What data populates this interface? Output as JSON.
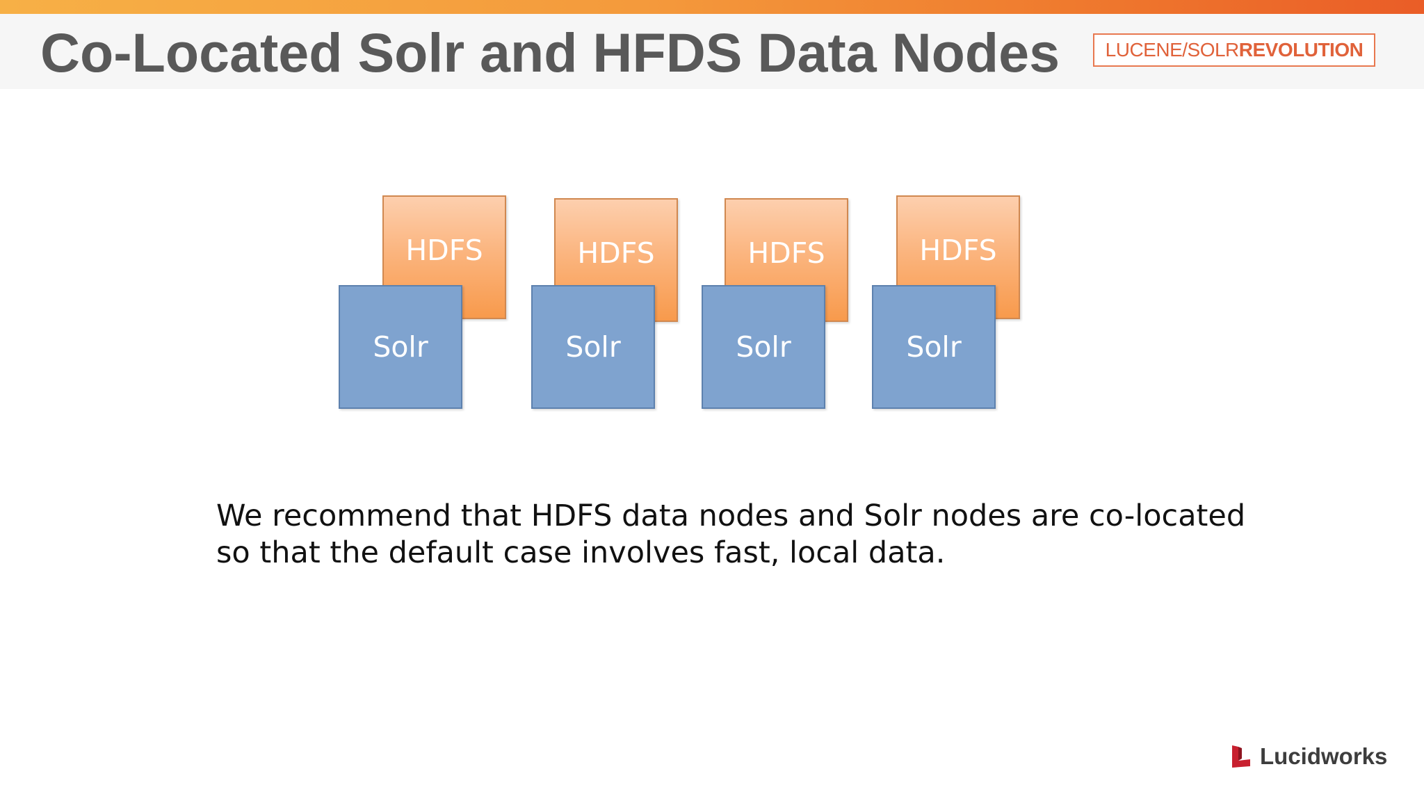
{
  "header": {
    "title": "Co-Located Solr and HFDS Data Nodes",
    "conference_logo": {
      "part1": "LUCENE/SOLR",
      "part2": "REVOLUTION"
    }
  },
  "diagram": {
    "nodes": [
      {
        "hdfs_label": "HDFS",
        "solr_label": "Solr"
      },
      {
        "hdfs_label": "HDFS",
        "solr_label": "Solr"
      },
      {
        "hdfs_label": "HDFS",
        "solr_label": "Solr"
      },
      {
        "hdfs_label": "HDFS",
        "solr_label": "Solr"
      }
    ]
  },
  "body": {
    "line1": "We recommend that HDFS data nodes and Solr nodes are co-located",
    "line2": "so that the default case involves fast, local data."
  },
  "footer": {
    "brand": "Lucidworks",
    "brand_icon": "lucidworks-logo-icon"
  },
  "colors": {
    "accent_orange": "#ef7a2e",
    "hdfs_fill": "#f89a4c",
    "solr_fill": "#7fa3cf",
    "title_gray": "#595959",
    "brand_red": "#c8202f"
  }
}
